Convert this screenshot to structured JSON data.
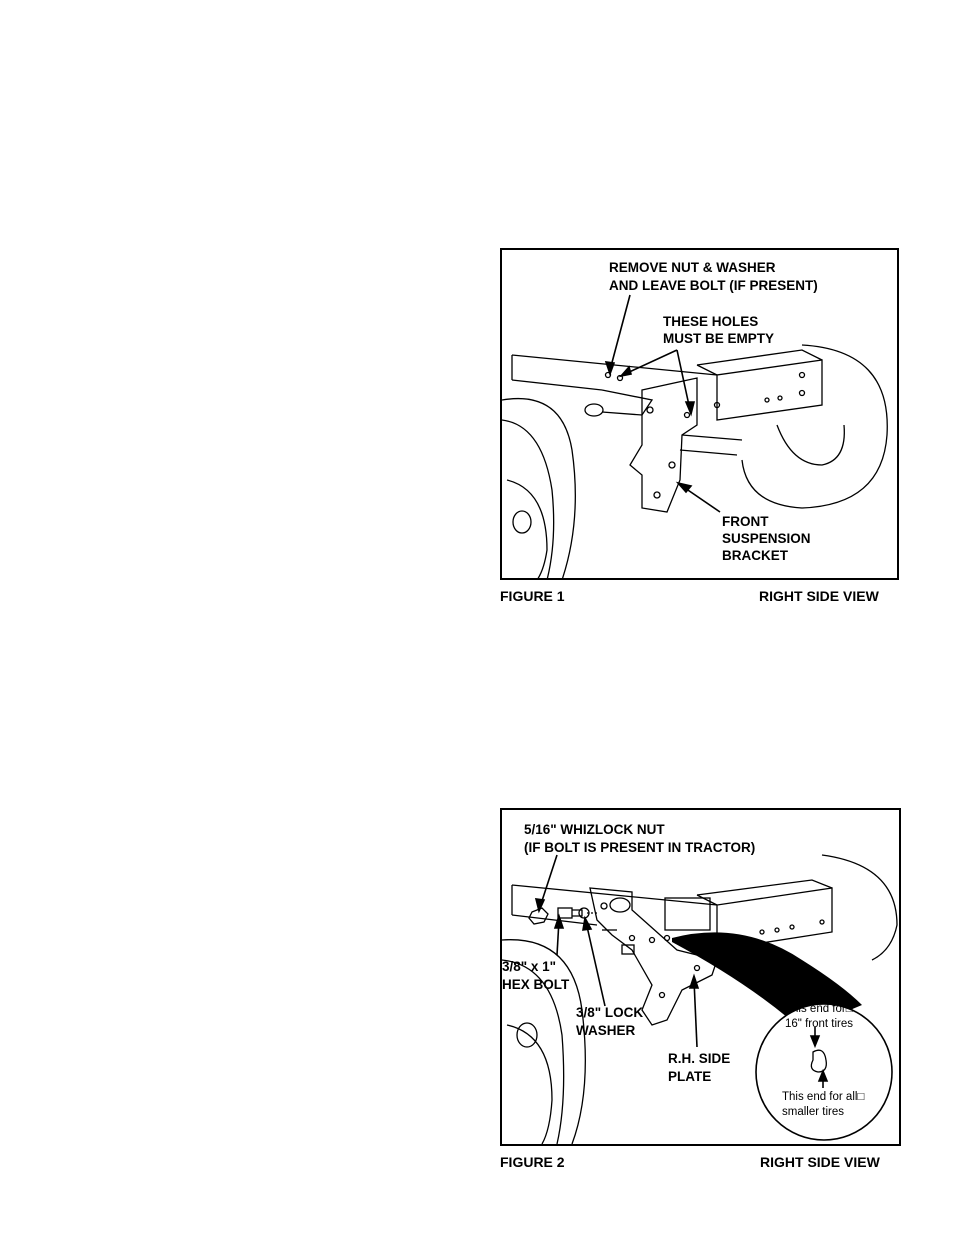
{
  "figure1": {
    "callout_remove_line1": "REMOVE NUT & WASHER",
    "callout_remove_line2": "AND LEAVE BOLT (IF PRESENT)",
    "callout_holes_line1": "THESE HOLES",
    "callout_holes_line2": "MUST BE EMPTY",
    "callout_bracket_line1": "FRONT",
    "callout_bracket_line2": "SUSPENSION",
    "callout_bracket_line3": "BRACKET",
    "caption": "FIGURE 1",
    "view_label": "RIGHT SIDE VIEW"
  },
  "figure2": {
    "callout_nut_line1": "5/16\" WHIZLOCK NUT",
    "callout_nut_line2": "(IF BOLT IS PRESENT IN TRACTOR)",
    "callout_bolt_line1": "3/8\" x 1\"",
    "callout_bolt_line2": "HEX BOLT",
    "callout_washer_line1": "3/8\" LOCK",
    "callout_washer_line2": "WASHER",
    "callout_plate_line1": "R.H. SIDE",
    "callout_plate_line2": "PLATE",
    "detail_top_line1": "This end for□",
    "detail_top_line2": "16\" front tires",
    "detail_bottom_line1": "This end for all□",
    "detail_bottom_line2": "smaller tires",
    "caption": "FIGURE 2",
    "view_label": "RIGHT SIDE VIEW"
  }
}
